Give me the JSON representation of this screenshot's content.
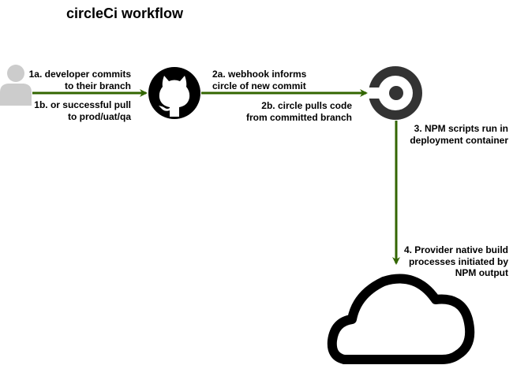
{
  "title": "circleCi workflow",
  "nodes": {
    "developer": {
      "icon": "user-icon",
      "color": "#cccccc"
    },
    "github": {
      "icon": "github-icon",
      "color": "#000000"
    },
    "circleci": {
      "icon": "circleci-icon",
      "color": "#333333"
    },
    "cloud": {
      "icon": "cloud-icon",
      "color": "#000000"
    }
  },
  "edge_color": "#336600",
  "labels": {
    "step_1a": [
      "1a. developer commits",
      "to their branch"
    ],
    "step_1b": [
      "1b. or successful pull",
      "to prod/uat/qa"
    ],
    "step_2a": [
      "2a. webhook informs",
      "circle of new commit"
    ],
    "step_2b": [
      "2b. circle pulls code",
      "from committed branch"
    ],
    "step_3": [
      "3. NPM scripts run in",
      "deployment container"
    ],
    "step_4": [
      "4. Provider native build",
      "processes initiated by",
      "NPM output"
    ]
  }
}
